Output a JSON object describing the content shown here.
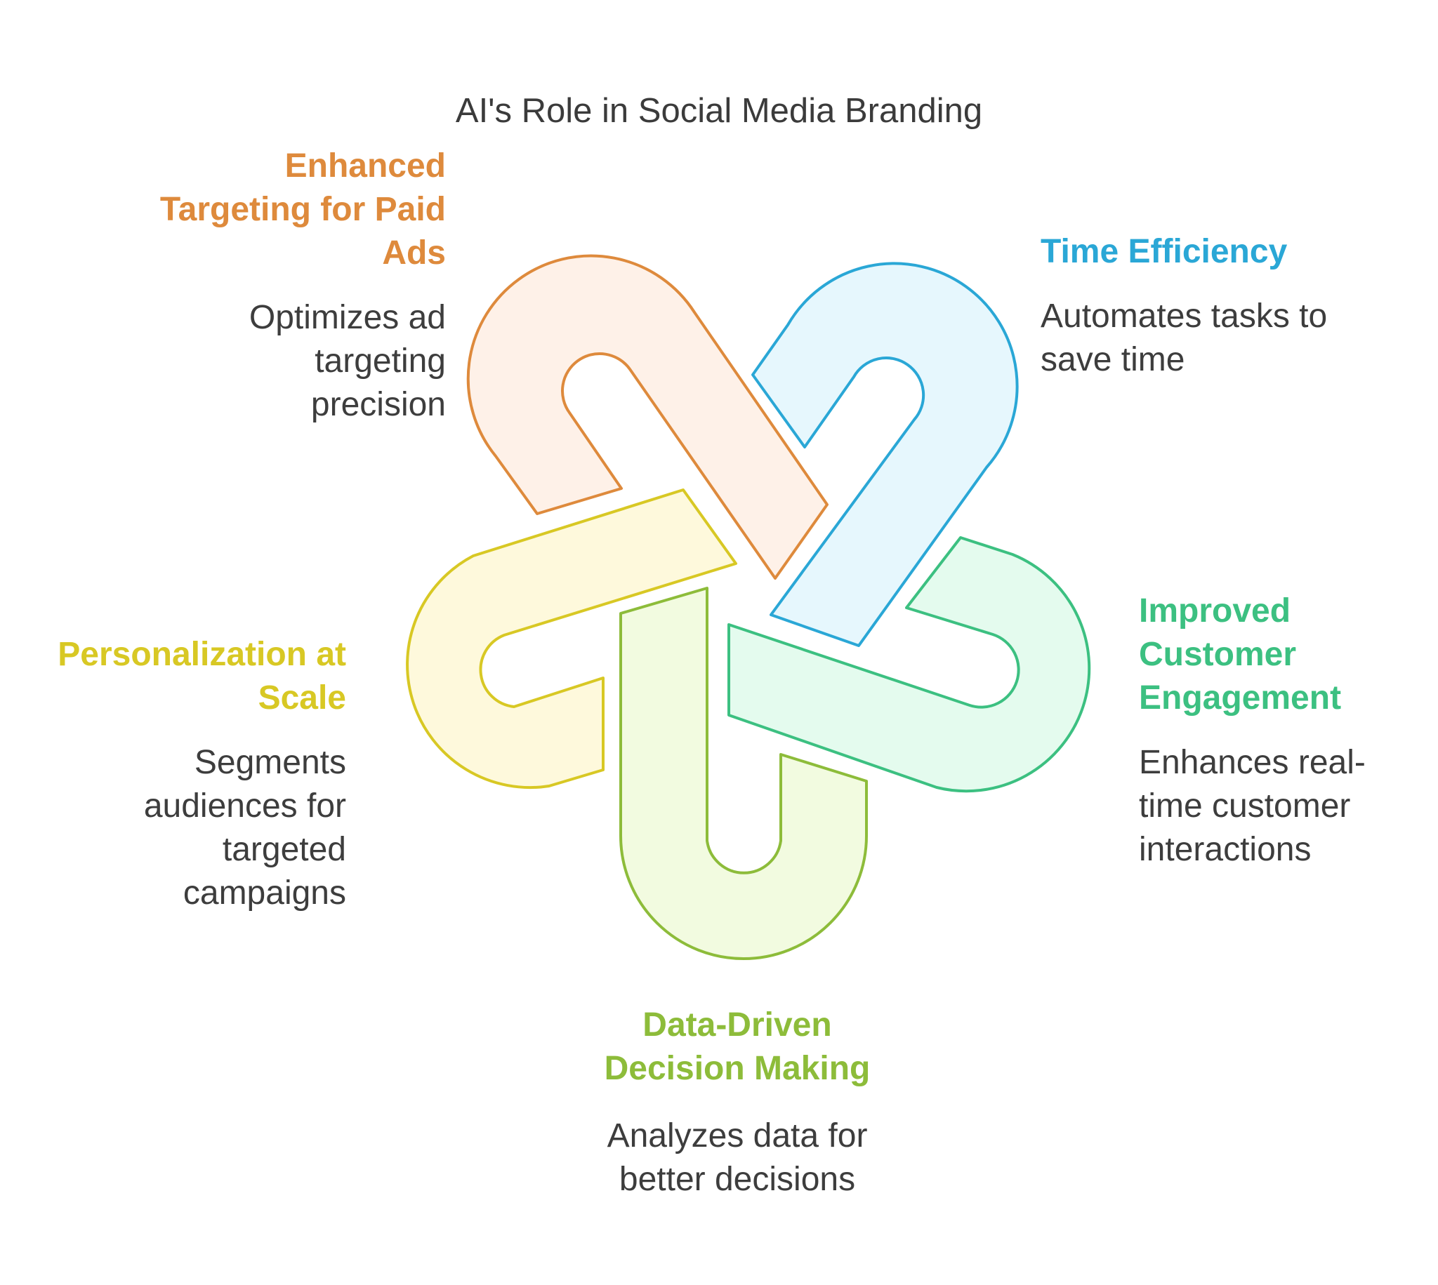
{
  "title": "AI's Role in Social Media Branding",
  "items": [
    {
      "heading": "Enhanced Targeting for Paid Ads",
      "description": "Optimizes ad targeting precision",
      "color": "#DE8A3C",
      "fill": "#FEF1E8"
    },
    {
      "heading": "Time Efficiency",
      "description": "Automates tasks to save time",
      "color": "#2AA7D6",
      "fill": "#E6F7FD"
    },
    {
      "heading": "Improved Customer Engagement",
      "description": "Enhances real-time customer interactions",
      "color": "#3CC081",
      "fill": "#E4FBEE"
    },
    {
      "heading": "Data-Driven Decision Making",
      "description": "Analyzes data for better decisions",
      "color": "#8DBC3A",
      "fill": "#F2FBE0"
    },
    {
      "heading": "Personalization at Scale",
      "description": "Segments audiences for targeted campaigns",
      "color": "#D8C824",
      "fill": "#FEF9DC"
    }
  ]
}
